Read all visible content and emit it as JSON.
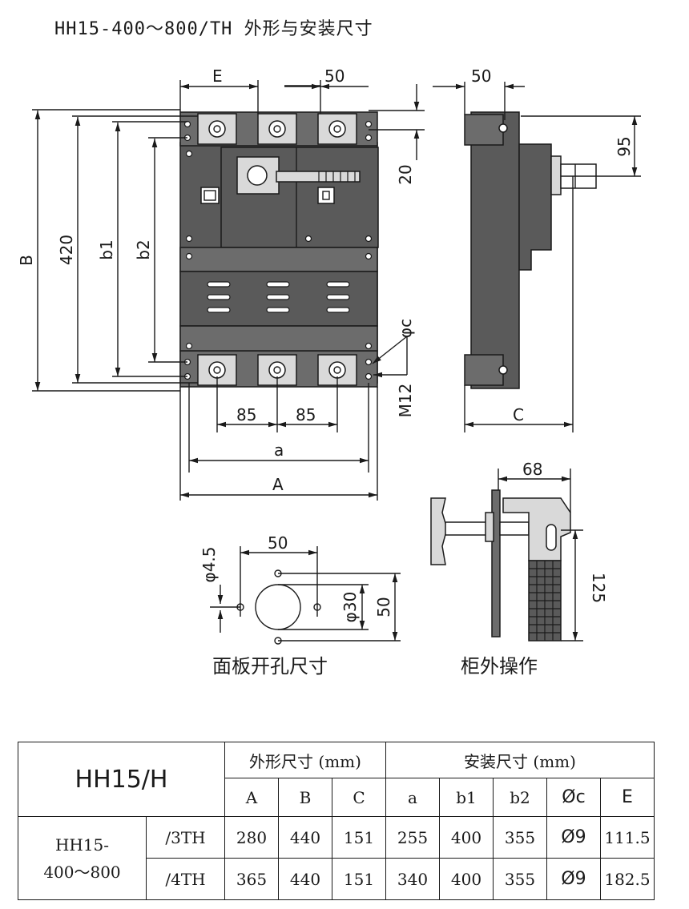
{
  "title": "HH15-400～800/TH 外形与安装尺寸",
  "dims": {
    "E": "E",
    "top_50": "50",
    "side_50": "50",
    "d95": "95",
    "d20": "20",
    "B": "B",
    "d420": "420",
    "b1": "b1",
    "b2": "b2",
    "phic": "φc",
    "M12": "M12",
    "d85_left": "85",
    "d85_right": "85",
    "a": "a",
    "A": "A",
    "C": "C",
    "d68": "68",
    "d125": "125",
    "phi45": "φ4.5",
    "hole_50": "50",
    "phi30": "φ30",
    "hole_v50": "50"
  },
  "captions": {
    "panel": "面板开孔尺寸",
    "external": "柜外操作"
  },
  "table": {
    "model_header": "HH15/H",
    "group_outline": "外形尺寸 (mm)",
    "group_install": "安装尺寸 (mm)",
    "columns": [
      "A",
      "B",
      "C",
      "a",
      "b1",
      "b2",
      "Øc",
      "E"
    ],
    "model_name": "HH15-\n400～800",
    "rows": [
      {
        "variant": "/3TH",
        "values": [
          "280",
          "440",
          "151",
          "255",
          "400",
          "355",
          "Ø9",
          "111.5"
        ]
      },
      {
        "variant": "/4TH",
        "values": [
          "365",
          "440",
          "151",
          "340",
          "400",
          "355",
          "Ø9",
          "182.5"
        ]
      }
    ]
  }
}
